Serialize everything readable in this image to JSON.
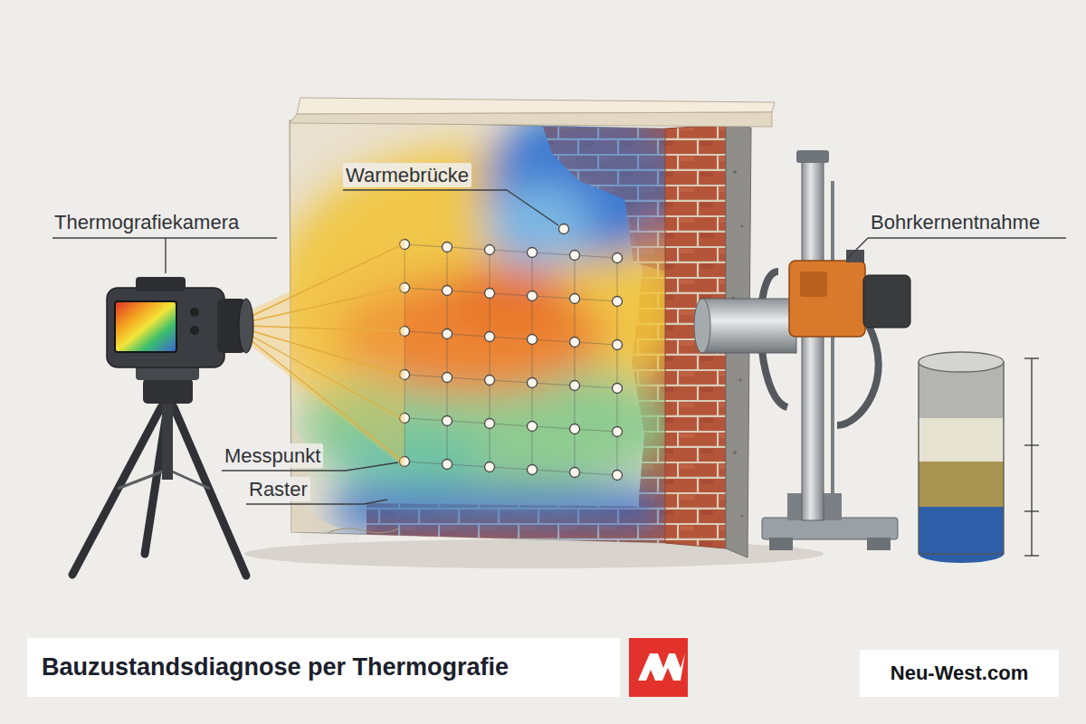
{
  "diagram": {
    "title": "Bauzustandsdiagnose per Thermografie",
    "nodes": [
      {
        "text": [
          "Neu-West.com"
        ]
      }
    ],
    "labels": [
      "Thermografiekamera",
      "Warmebrücke",
      "Bohrkernentnahme",
      "Messpunkt",
      "Raster"
    ]
  }
}
